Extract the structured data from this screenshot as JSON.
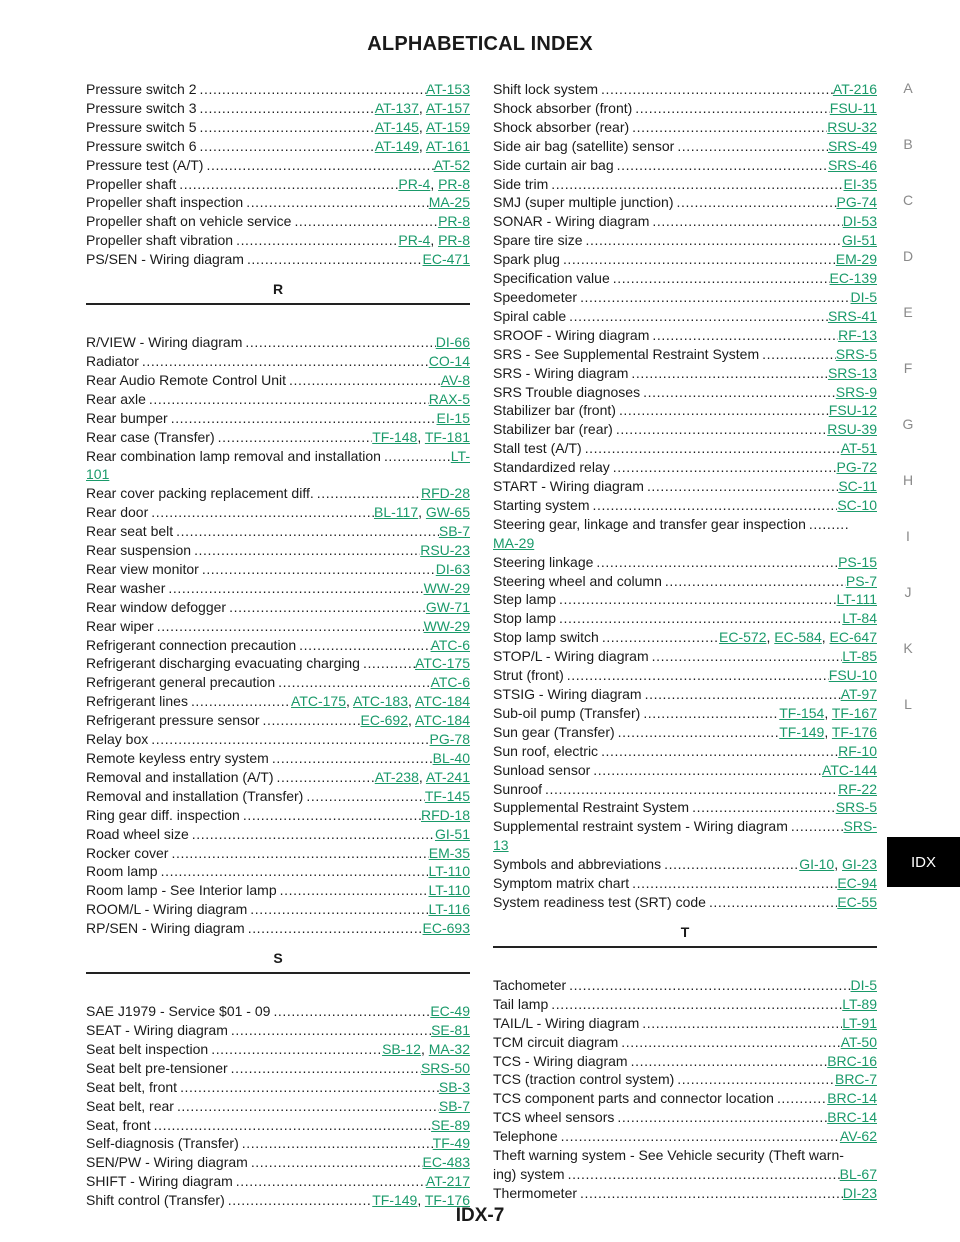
{
  "header": {
    "title": "ALPHABETICAL INDEX"
  },
  "footer": {
    "page_number": "IDX-7"
  },
  "side_tabs": {
    "letters": [
      "A",
      "B",
      "C",
      "D",
      "E",
      "F",
      "G",
      "H",
      "I",
      "J",
      "K",
      "L"
    ],
    "active_tab": "IDX"
  },
  "left_column": [
    {
      "label": "Pressure switch 2",
      "refs": [
        "AT-153"
      ]
    },
    {
      "label": "Pressure switch 3",
      "refs": [
        "AT-137",
        "AT-157"
      ]
    },
    {
      "label": "Pressure switch 5",
      "refs": [
        "AT-145",
        "AT-159"
      ]
    },
    {
      "label": "Pressure switch 6",
      "refs": [
        "AT-149",
        "AT-161"
      ]
    },
    {
      "label": "Pressure test (A/T)",
      "refs": [
        "AT-52"
      ]
    },
    {
      "label": "Propeller shaft",
      "refs": [
        "PR-4",
        "PR-8"
      ]
    },
    {
      "label": "Propeller shaft inspection",
      "refs": [
        "MA-25"
      ]
    },
    {
      "label": "Propeller shaft on vehicle service",
      "refs": [
        "PR-8"
      ]
    },
    {
      "label": "Propeller shaft vibration",
      "refs": [
        "PR-4",
        "PR-8"
      ]
    },
    {
      "label": "PS/SEN - Wiring diagram",
      "refs": [
        "EC-471"
      ]
    },
    {
      "section": "R"
    },
    {
      "label": "R/VIEW - Wiring diagram",
      "refs": [
        "DI-66"
      ]
    },
    {
      "label": "Radiator",
      "refs": [
        "CO-14"
      ]
    },
    {
      "label": "Rear Audio Remote Control Unit",
      "refs": [
        "AV-8"
      ]
    },
    {
      "label": "Rear axle",
      "refs": [
        "RAX-5"
      ]
    },
    {
      "label": "Rear bumper",
      "refs": [
        "EI-15"
      ]
    },
    {
      "label": "Rear case (Transfer)",
      "refs": [
        "TF-148",
        "TF-181"
      ]
    },
    {
      "label": "Rear combination lamp removal and installation",
      "refs": [
        "LT-101"
      ],
      "wrap": true,
      "ref_line1": "LT-",
      "ref_line2": "101"
    },
    {
      "label": "Rear cover packing replacement diff.",
      "refs": [
        "RFD-28"
      ]
    },
    {
      "label": "Rear door",
      "refs": [
        "BL-117",
        "GW-65"
      ]
    },
    {
      "label": "Rear seat belt",
      "refs": [
        "SB-7"
      ]
    },
    {
      "label": "Rear suspension",
      "refs": [
        "RSU-23"
      ]
    },
    {
      "label": "Rear view monitor",
      "refs": [
        "DI-63"
      ]
    },
    {
      "label": "Rear washer",
      "refs": [
        "WW-29"
      ]
    },
    {
      "label": "Rear window defogger",
      "refs": [
        "GW-71"
      ]
    },
    {
      "label": "Rear wiper",
      "refs": [
        "WW-29"
      ]
    },
    {
      "label": "Refrigerant connection precaution",
      "refs": [
        "ATC-6"
      ]
    },
    {
      "label": "Refrigerant discharging evacuating charging",
      "refs": [
        "ATC-175"
      ]
    },
    {
      "label": "Refrigerant general precaution",
      "refs": [
        "ATC-6"
      ]
    },
    {
      "label": "Refrigerant lines",
      "refs": [
        "ATC-175",
        "ATC-183",
        "ATC-184"
      ]
    },
    {
      "label": "Refrigerant pressure sensor",
      "refs": [
        "EC-692",
        "ATC-184"
      ]
    },
    {
      "label": "Relay box",
      "refs": [
        "PG-78"
      ]
    },
    {
      "label": "Remote keyless entry system",
      "refs": [
        "BL-40"
      ]
    },
    {
      "label": "Removal and installation (A/T)",
      "refs": [
        "AT-238",
        "AT-241"
      ]
    },
    {
      "label": "Removal and installation (Transfer)",
      "refs": [
        "TF-145"
      ]
    },
    {
      "label": "Ring gear diff. inspection",
      "refs": [
        "RFD-18"
      ]
    },
    {
      "label": "Road wheel size",
      "refs": [
        "GI-51"
      ]
    },
    {
      "label": "Rocker cover",
      "refs": [
        "EM-35"
      ]
    },
    {
      "label": "Room lamp",
      "refs": [
        "LT-110"
      ]
    },
    {
      "label": "Room lamp - See Interior lamp",
      "refs": [
        "LT-110"
      ]
    },
    {
      "label": "ROOM/L - Wiring diagram",
      "refs": [
        "LT-116"
      ]
    },
    {
      "label": "RP/SEN - Wiring diagram",
      "refs": [
        "EC-693"
      ]
    },
    {
      "section": "S"
    },
    {
      "label": "SAE J1979 - Service $01 - 09",
      "refs": [
        "EC-49"
      ]
    },
    {
      "label": "SEAT - Wiring diagram",
      "refs": [
        "SE-81"
      ]
    },
    {
      "label": "Seat belt inspection",
      "refs": [
        "SB-12",
        "MA-32"
      ]
    },
    {
      "label": "Seat belt pre-tensioner",
      "refs": [
        "SRS-50"
      ]
    },
    {
      "label": "Seat belt, front",
      "refs": [
        "SB-3"
      ]
    },
    {
      "label": "Seat belt, rear",
      "refs": [
        "SB-7"
      ]
    },
    {
      "label": "Seat, front",
      "refs": [
        "SE-89"
      ]
    },
    {
      "label": "Self-diagnosis (Transfer)",
      "refs": [
        "TF-49"
      ]
    },
    {
      "label": "SEN/PW - Wiring diagram",
      "refs": [
        "EC-483"
      ]
    },
    {
      "label": "SHIFT - Wiring diagram",
      "refs": [
        "AT-217"
      ]
    },
    {
      "label": "Shift control (Transfer)",
      "refs": [
        "TF-149",
        "TF-176"
      ]
    }
  ],
  "right_column": [
    {
      "label": "Shift lock system",
      "refs": [
        "AT-216"
      ]
    },
    {
      "label": "Shock absorber (front)",
      "refs": [
        "FSU-11"
      ]
    },
    {
      "label": "Shock absorber (rear)",
      "refs": [
        "RSU-32"
      ]
    },
    {
      "label": "Side air bag (satellite) sensor",
      "refs": [
        "SRS-49"
      ]
    },
    {
      "label": "Side curtain air bag",
      "refs": [
        "SRS-46"
      ]
    },
    {
      "label": "Side trim",
      "refs": [
        "EI-35"
      ]
    },
    {
      "label": "SMJ (super multiple junction)",
      "refs": [
        "PG-74"
      ]
    },
    {
      "label": "SONAR - Wiring diagram",
      "refs": [
        "DI-53"
      ]
    },
    {
      "label": "Spare tire size",
      "refs": [
        "GI-51"
      ]
    },
    {
      "label": "Spark plug",
      "refs": [
        "EM-29"
      ]
    },
    {
      "label": "Specification value",
      "refs": [
        "EC-139"
      ]
    },
    {
      "label": "Speedometer",
      "refs": [
        "DI-5"
      ]
    },
    {
      "label": "Spiral cable",
      "refs": [
        "SRS-41"
      ]
    },
    {
      "label": "SROOF - Wiring diagram",
      "refs": [
        "RF-13"
      ]
    },
    {
      "label": "SRS - See Supplemental Restraint System",
      "refs": [
        "SRS-5"
      ]
    },
    {
      "label": "SRS - Wiring diagram",
      "refs": [
        "SRS-13"
      ]
    },
    {
      "label": "SRS Trouble diagnoses",
      "refs": [
        "SRS-9"
      ]
    },
    {
      "label": "Stabilizer bar (front)",
      "refs": [
        "FSU-12"
      ]
    },
    {
      "label": "Stabilizer bar (rear)",
      "refs": [
        "RSU-39"
      ]
    },
    {
      "label": "Stall test (A/T)",
      "refs": [
        "AT-51"
      ]
    },
    {
      "label": "Standardized relay",
      "refs": [
        "PG-72"
      ]
    },
    {
      "label": "START - Wiring diagram",
      "refs": [
        "SC-11"
      ]
    },
    {
      "label": "Starting system",
      "refs": [
        "SC-10"
      ]
    },
    {
      "label": "Steering gear, linkage and transfer gear inspection",
      "refs": [
        "MA-29"
      ],
      "wrap": true,
      "ref_line1": "",
      "ref_line2": "MA-29",
      "dots_line1": true
    },
    {
      "label": "Steering linkage",
      "refs": [
        "PS-15"
      ]
    },
    {
      "label": "Steering wheel and column",
      "refs": [
        "PS-7"
      ]
    },
    {
      "label": "Step lamp",
      "refs": [
        "LT-111"
      ]
    },
    {
      "label": "Stop lamp",
      "refs": [
        "LT-84"
      ]
    },
    {
      "label": "Stop lamp switch",
      "refs": [
        "EC-572",
        "EC-584",
        "EC-647"
      ]
    },
    {
      "label": "STOP/L - Wiring diagram",
      "refs": [
        "LT-85"
      ]
    },
    {
      "label": "Strut (front)",
      "refs": [
        "FSU-10"
      ]
    },
    {
      "label": "STSIG - Wiring diagram",
      "refs": [
        "AT-97"
      ]
    },
    {
      "label": "Sub-oil pump (Transfer)",
      "refs": [
        "TF-154",
        "TF-167"
      ]
    },
    {
      "label": "Sun gear (Transfer)",
      "refs": [
        "TF-149",
        "TF-176"
      ]
    },
    {
      "label": "Sun roof, electric",
      "refs": [
        "RF-10"
      ]
    },
    {
      "label": "Sunload sensor",
      "refs": [
        "ATC-144"
      ]
    },
    {
      "label": "Sunroof",
      "refs": [
        "RF-22"
      ]
    },
    {
      "label": "Supplemental Restraint System",
      "refs": [
        "SRS-5"
      ]
    },
    {
      "label": "Supplemental restraint system - Wiring diagram",
      "refs": [
        "SRS-13"
      ],
      "wrap": true,
      "ref_line1": "SRS-",
      "ref_line2": "13"
    },
    {
      "label": "Symbols and abbreviations",
      "refs": [
        "GI-10",
        "GI-23"
      ]
    },
    {
      "label": "Symptom matrix chart",
      "refs": [
        "EC-94"
      ]
    },
    {
      "label": "System readiness test (SRT) code",
      "refs": [
        "EC-55"
      ]
    },
    {
      "section": "T"
    },
    {
      "label": "Tachometer",
      "refs": [
        "DI-5"
      ]
    },
    {
      "label": "Tail lamp",
      "refs": [
        "LT-89"
      ]
    },
    {
      "label": "TAIL/L - Wiring diagram",
      "refs": [
        "LT-91"
      ]
    },
    {
      "label": "TCM circuit diagram",
      "refs": [
        "AT-50"
      ]
    },
    {
      "label": "TCS - Wiring diagram",
      "refs": [
        "BRC-16"
      ]
    },
    {
      "label": "TCS (traction control system)",
      "refs": [
        "BRC-7"
      ]
    },
    {
      "label": "TCS component parts and connector location",
      "refs": [
        "BRC-14"
      ]
    },
    {
      "label": "TCS wheel sensors",
      "refs": [
        "BRC-14"
      ]
    },
    {
      "label": "Telephone",
      "refs": [
        "AV-62"
      ]
    },
    {
      "label": "Theft warning system - See Vehicle security (Theft warn-",
      "refs": [
        "BL-67"
      ],
      "wrap": true,
      "ref_line1": "",
      "ref_line2": "BL-67",
      "line2_label": "ing) system"
    },
    {
      "label": "Thermometer",
      "refs": [
        "DI-23"
      ]
    }
  ]
}
